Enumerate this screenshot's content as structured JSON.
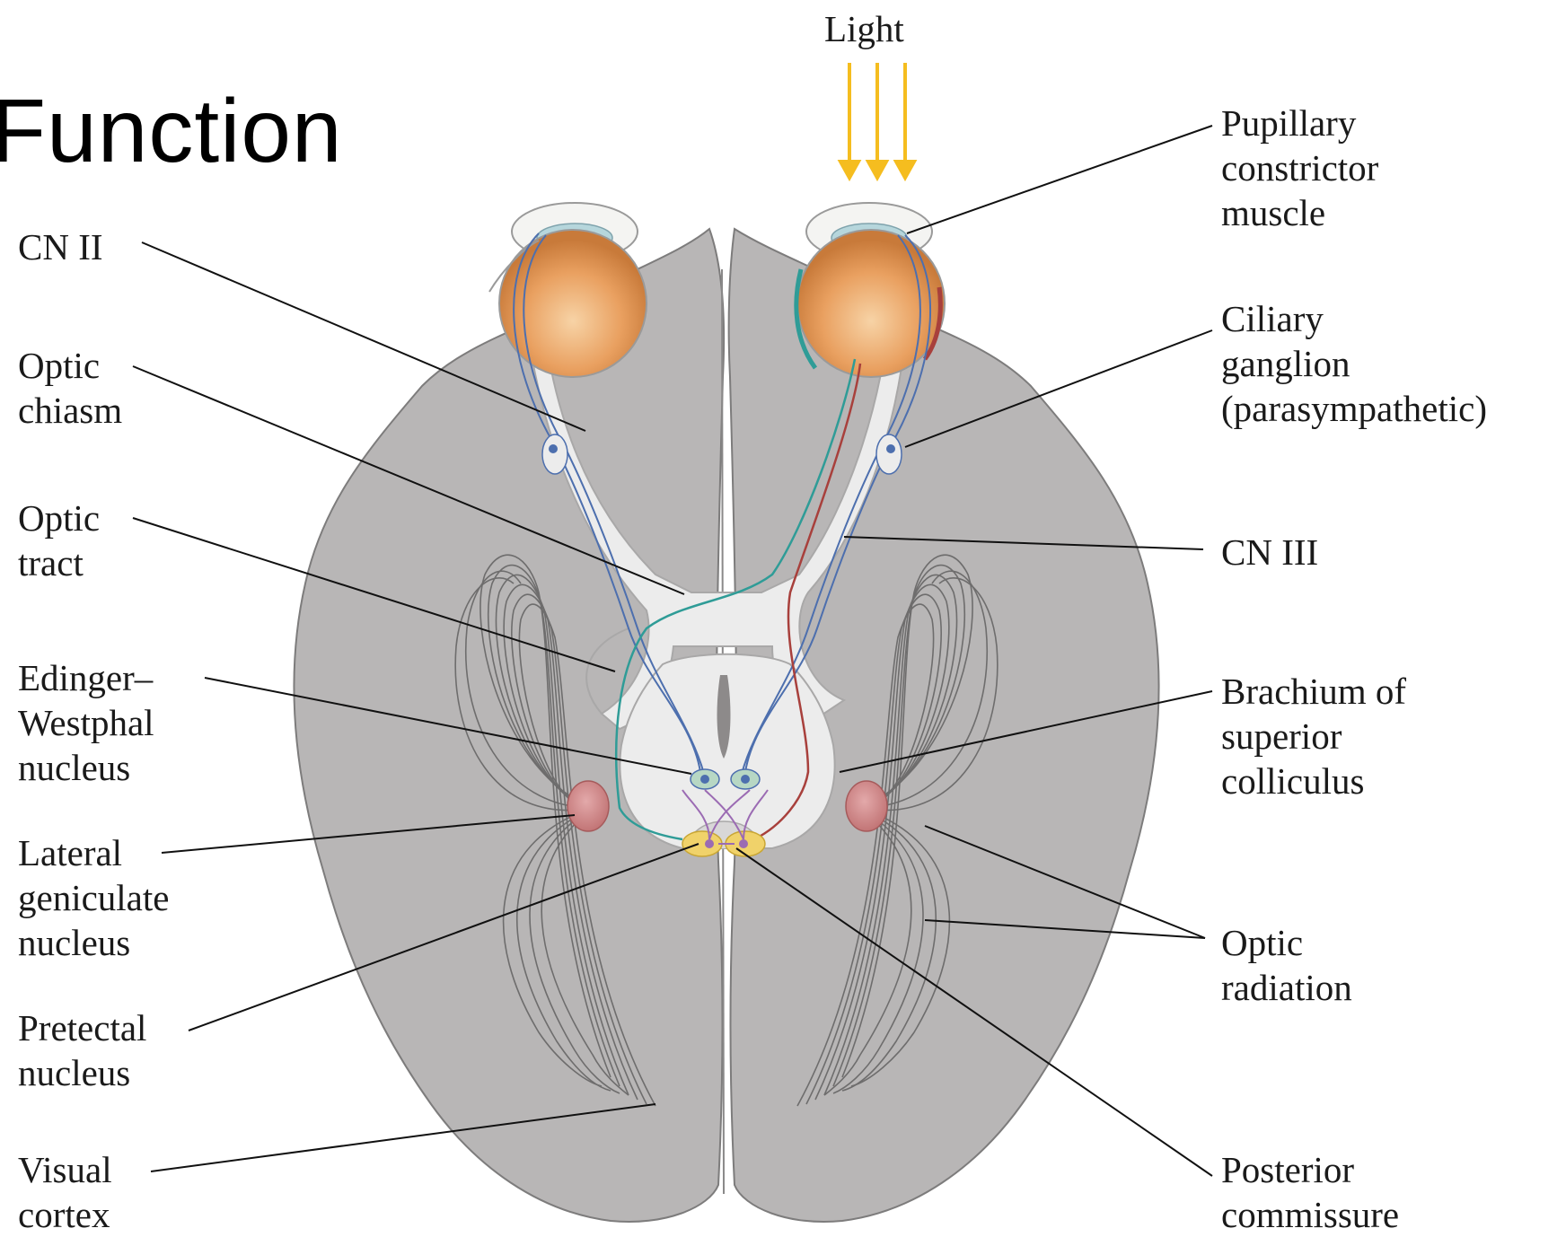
{
  "slide": {
    "title": "Function"
  },
  "diagram": {
    "light_label": "Light",
    "left_labels": {
      "cn_ii": [
        "CN II"
      ],
      "optic_chiasm": [
        "Optic",
        "chiasm"
      ],
      "optic_tract": [
        "Optic",
        "tract"
      ],
      "edinger_westphal": [
        "Edinger–",
        "Westphal",
        "nucleus"
      ],
      "lateral_geniculate": [
        "Lateral",
        "geniculate",
        "nucleus"
      ],
      "pretectal": [
        "Pretectal",
        "nucleus"
      ],
      "visual_cortex": [
        "Visual",
        "cortex"
      ]
    },
    "right_labels": {
      "pupillary_constrictor": [
        "Pupillary",
        "constrictor",
        "muscle"
      ],
      "ciliary_ganglion": [
        "Ciliary",
        "ganglion",
        "(parasympathetic)"
      ],
      "cn_iii": [
        "CN III"
      ],
      "brachium": [
        "Brachium of",
        "superior",
        "colliculus"
      ],
      "optic_radiation": [
        "Optic",
        "radiation"
      ],
      "posterior_commissure": [
        "Posterior",
        "commissure"
      ]
    },
    "colors": {
      "brain": "#b8b6b6",
      "pathway": "#ececec",
      "eyeball": "#e9a060",
      "light_arrow": "#f5bd1f",
      "retinal_fiber": "#2f9c97",
      "oculomotor_fiber": "#4d6fae",
      "red_fiber": "#a8403c",
      "lgn": "#cf8688",
      "pretectal": "#f0d26a",
      "interneuron": "#9b6bb3"
    }
  }
}
